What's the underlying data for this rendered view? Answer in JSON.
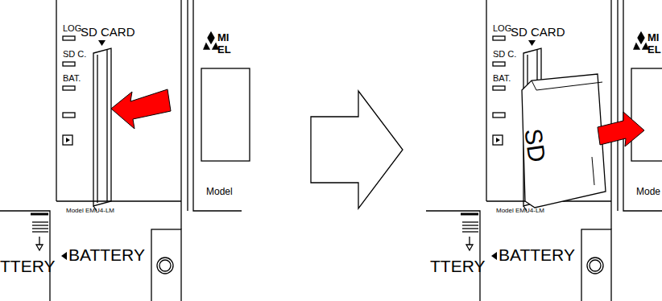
{
  "diagram": {
    "labels": [
      "LOG.",
      "SD C.",
      "BAT.",
      "SD CARD",
      "MI",
      "EL",
      "Model",
      "Model EMU4-LM",
      "TTERY",
      "BATTERY",
      "LOG.",
      "SD C.",
      "BAT.",
      "SD CARD",
      "MI",
      "EL",
      "Mode",
      "Model EMU4-LM",
      "TTERY",
      "BATTERY",
      "SD"
    ]
  }
}
